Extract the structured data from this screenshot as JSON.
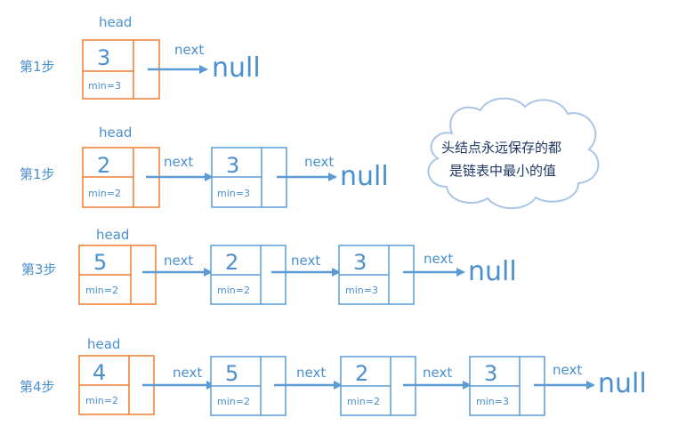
{
  "colors": {
    "head": "#ED7D31",
    "node": "#5B9BD5",
    "text": "#4A8FD0",
    "cloud_fill": "#FFFFFF",
    "cloud_stroke": "#A9C6E8"
  },
  "labels": {
    "head": "head",
    "next": "next",
    "null": "null"
  },
  "cloud_text": {
    "line1": "头结点永远保存的都",
    "line2": "是链表中最小的值"
  },
  "steps": [
    {
      "label": "第1步",
      "nodes": [
        {
          "value": "3",
          "min": "min=3",
          "is_head": true
        }
      ]
    },
    {
      "label": "第1步",
      "nodes": [
        {
          "value": "2",
          "min": "min=2",
          "is_head": true
        },
        {
          "value": "3",
          "min": "min=3",
          "is_head": false
        }
      ]
    },
    {
      "label": "第3步",
      "nodes": [
        {
          "value": "5",
          "min": "min=2",
          "is_head": true
        },
        {
          "value": "2",
          "min": "min=2",
          "is_head": false
        },
        {
          "value": "3",
          "min": "min=3",
          "is_head": false
        }
      ]
    },
    {
      "label": "第4步",
      "nodes": [
        {
          "value": "4",
          "min": "min=2",
          "is_head": true
        },
        {
          "value": "5",
          "min": "min=2",
          "is_head": false
        },
        {
          "value": "2",
          "min": "min=2",
          "is_head": false
        },
        {
          "value": "3",
          "min": "min=3",
          "is_head": false
        }
      ]
    }
  ]
}
